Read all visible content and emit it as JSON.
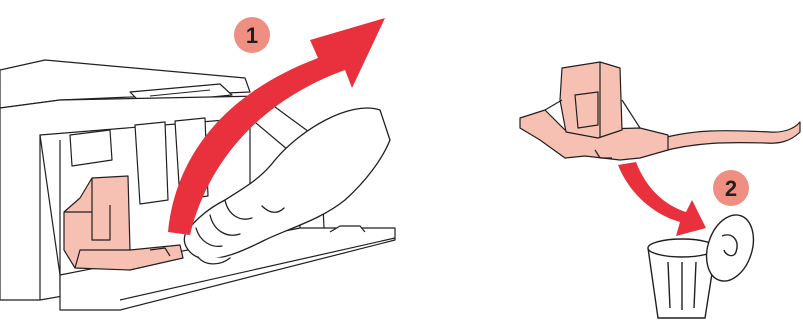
{
  "steps": [
    {
      "number": "1"
    },
    {
      "number": "2"
    }
  ],
  "colors": {
    "arrow": "#e8313c",
    "badge_fill": "#ee8f81",
    "protector_fill": "#f6c0b2",
    "line": "#231f20",
    "background": "#ffffff"
  },
  "icons": {
    "printer": "printer-illustration",
    "hand": "hand-illustration",
    "protector": "protective-material-illustration",
    "trash": "trash-can-icon"
  }
}
